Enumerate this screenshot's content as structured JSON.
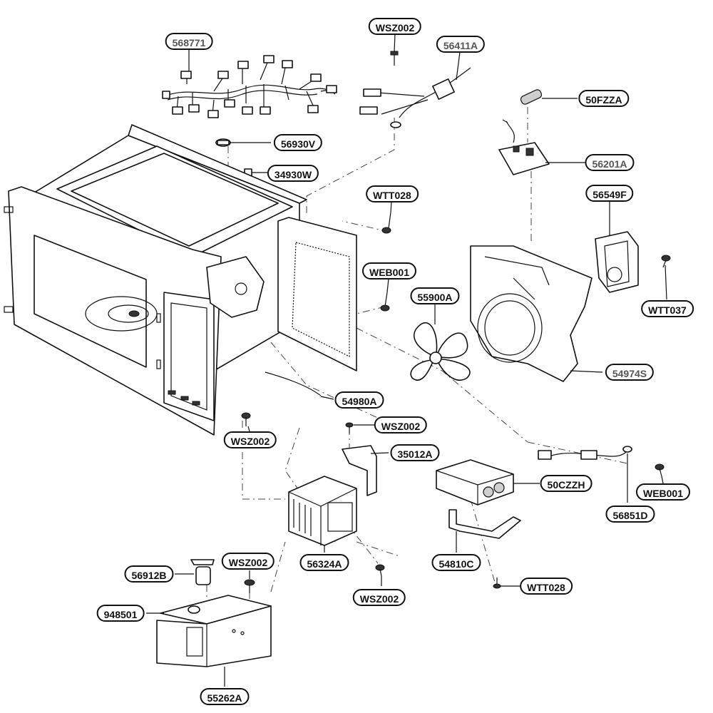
{
  "parts": [
    {
      "id": "568771",
      "name": "part-568771-label",
      "highlight": true
    },
    {
      "id": "WSZ002",
      "name": "part-wsz002-top-label"
    },
    {
      "id": "56411A",
      "name": "part-56411a-label",
      "highlight": true
    },
    {
      "id": "56930V",
      "name": "part-56930v-label"
    },
    {
      "id": "50FZZA",
      "name": "part-50fzza-label"
    },
    {
      "id": "34930W",
      "name": "part-34930w-label"
    },
    {
      "id": "56201A",
      "name": "part-56201a-label",
      "highlight": true
    },
    {
      "id": "WTT028",
      "name": "part-wtt028-upper-label"
    },
    {
      "id": "56549F",
      "name": "part-56549f-label"
    },
    {
      "id": "WEB001",
      "name": "part-web001-upper-label"
    },
    {
      "id": "55900A",
      "name": "part-55900a-label"
    },
    {
      "id": "WTT037",
      "name": "part-wtt037-label"
    },
    {
      "id": "54974S",
      "name": "part-54974s-label",
      "highlight": true
    },
    {
      "id": "54980A",
      "name": "part-54980a-label"
    },
    {
      "id": "WSZ002",
      "name": "part-wsz002-cavity-label"
    },
    {
      "id": "WSZ002",
      "name": "part-wsz002-bracket-label"
    },
    {
      "id": "35012A",
      "name": "part-35012a-label"
    },
    {
      "id": "50CZZH",
      "name": "part-50czzh-label"
    },
    {
      "id": "WEB001",
      "name": "part-web001-lower-label"
    },
    {
      "id": "56851D",
      "name": "part-56851d-label"
    },
    {
      "id": "56324A",
      "name": "part-56324a-label"
    },
    {
      "id": "54810C",
      "name": "part-54810c-label"
    },
    {
      "id": "56912B",
      "name": "part-56912b-label"
    },
    {
      "id": "WSZ002",
      "name": "part-wsz002-base-label"
    },
    {
      "id": "WSZ002",
      "name": "part-wsz002-magnetron-label"
    },
    {
      "id": "WTT028",
      "name": "part-wtt028-lower-label"
    },
    {
      "id": "948501",
      "name": "part-948501-label"
    },
    {
      "id": "55262A",
      "name": "part-55262a-label"
    }
  ]
}
